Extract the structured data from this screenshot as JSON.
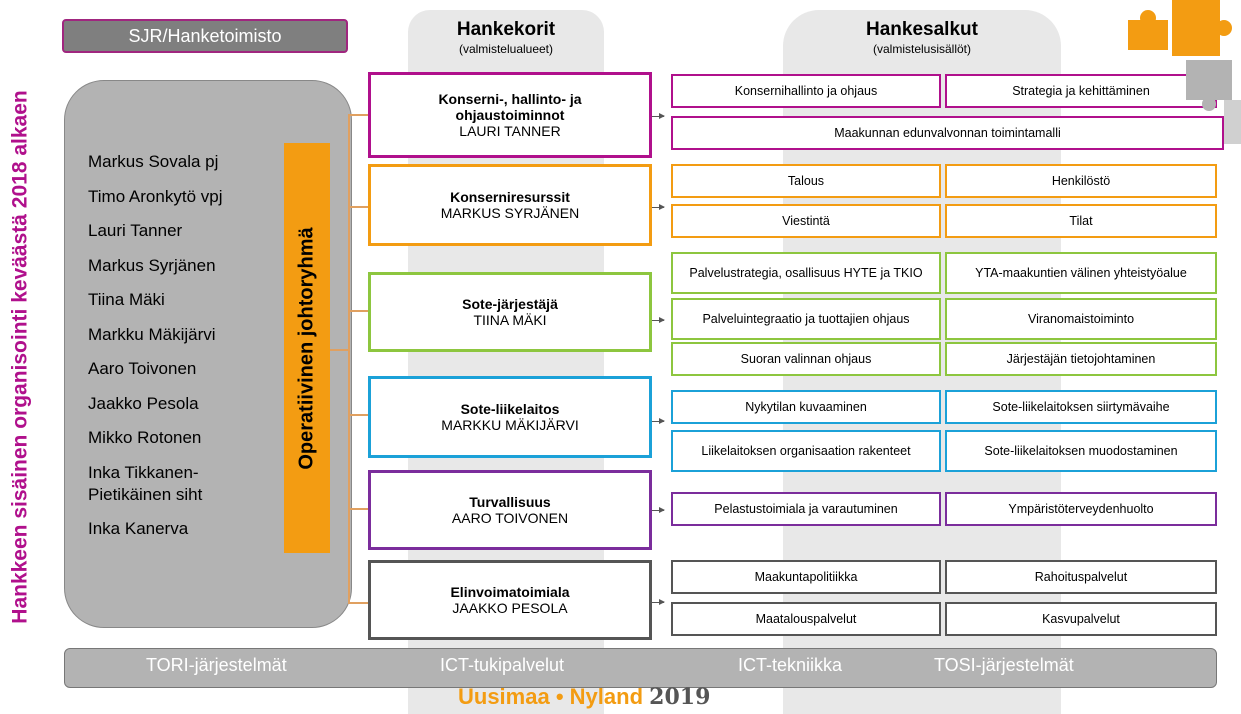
{
  "side_title": "Hankkeen sisäinen organisointi keväästä 2018 alkaen",
  "sjr_label": "SJR/Hanketoimisto",
  "headers": {
    "korit_title": "Hankekorit",
    "korit_sub": "(valmistelualueet)",
    "salkut_title": "Hankesalkut",
    "salkut_sub": "(valmistelusisällöt)"
  },
  "operative_group": "Operatiivinen johtoryhmä",
  "members": [
    "Markus Sovala pj",
    "Timo Aronkytö vpj",
    "Lauri Tanner",
    "Markus Syrjänen",
    "Tiina Mäki",
    "Markku Mäkijärvi",
    "Aaro Toivonen",
    "Jaakko Pesola",
    "Mikko Rotonen",
    "Inka Tikkanen-Pietikäinen siht",
    "Inka Kanerva"
  ],
  "korit": [
    {
      "title": "Konserni-, hallinto- ja ohjaustoiminnot",
      "lead": "LAURI TANNER",
      "color": "#b0108c"
    },
    {
      "title": "Konserniresurssit",
      "lead": "MARKUS SYRJÄNEN",
      "color": "#f39c12"
    },
    {
      "title": "Sote-järjestäjä",
      "lead": "TIINA MÄKI",
      "color": "#8dc63f"
    },
    {
      "title": "Sote-liikelaitos",
      "lead": "MARKKU MÄKIJÄRVI",
      "color": "#1ba1d8"
    },
    {
      "title": "Turvallisuus",
      "lead": "AARO TOIVONEN",
      "color": "#7b2d9c"
    },
    {
      "title": "Elinvoimatoimiala",
      "lead": "JAAKKO PESOLA",
      "color": "#555555"
    }
  ],
  "salkut": {
    "konserni": [
      "Konsernihallinto ja ohjaus",
      "Strategia ja kehittäminen",
      "Maakunnan edunvalvonnan toimintamalli"
    ],
    "resurssit": [
      "Talous",
      "Henkilöstö",
      "Viestintä",
      "Tilat"
    ],
    "jarjestaja": [
      "Palvelustrategia, osallisuus HYTE ja TKIO",
      "YTA-maakuntien välinen yhteistyöalue",
      "Palveluintegraatio ja tuottajien ohjaus",
      "Viranomaistoiminto",
      "Suoran valinnan ohjaus",
      "Järjestäjän tietojohtaminen"
    ],
    "liikelaitos": [
      "Nykytilan kuvaaminen",
      "Sote-liikelaitoksen siirtymävaihe",
      "Liikelaitoksen organisaation rakenteet",
      "Sote-liikelaitoksen muodostaminen"
    ],
    "turvallisuus": [
      "Pelastustoimiala ja varautuminen",
      "Ympäristöterveydenhuolto"
    ],
    "elinvoima": [
      "Maakuntapolitiikka",
      "Rahoituspalvelut",
      "Maatalouspalvelut",
      "Kasvupalvelut"
    ]
  },
  "bottom_bar": [
    "TORI-järjestelmät",
    "ICT-tukipalvelut",
    "ICT-tekniikka",
    "TOSI-järjestelmät"
  ],
  "logo": {
    "uusimaa": "Uusimaa",
    "dot": "•",
    "nyland": "Nyland",
    "year": "2019"
  }
}
